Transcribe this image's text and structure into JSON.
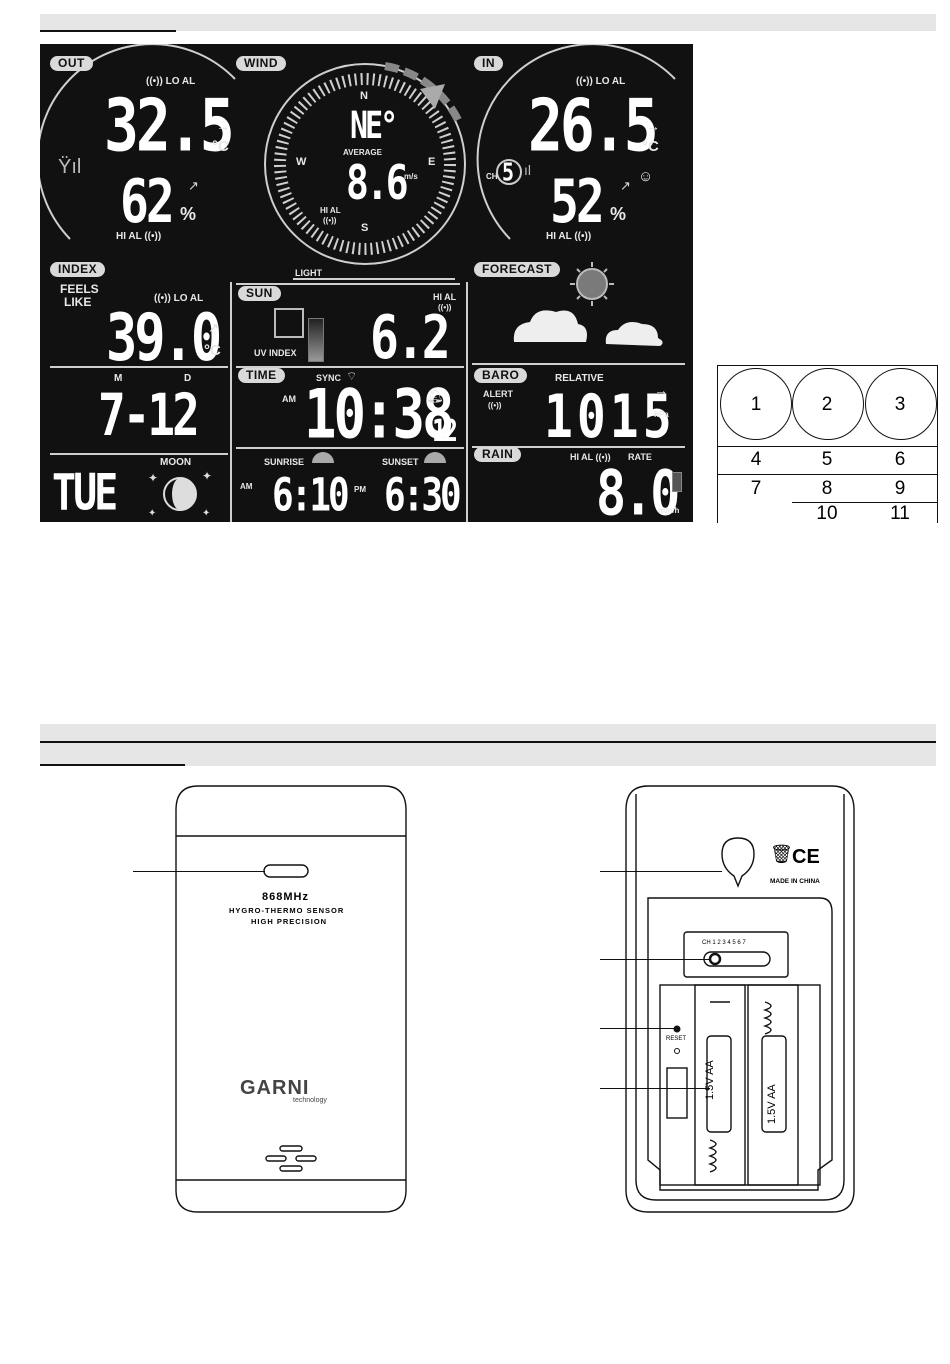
{
  "lcd": {
    "out": {
      "label": "OUT",
      "alarm_lo": "((•)) LO AL",
      "temp": "32.5",
      "temp_unit": "°C",
      "hum": "62",
      "hum_unit": "%",
      "alarm_hi": "HI AL ((•))"
    },
    "wind": {
      "label": "WIND",
      "dir": "NE°",
      "avg_label": "AVERAGE",
      "speed": "8.6",
      "unit": "m/s",
      "alarm_hi": "HI AL",
      "alarm_sym": "((•))",
      "compass": {
        "n": "N",
        "s": "S",
        "e": "E",
        "w": "W"
      }
    },
    "in": {
      "label": "IN",
      "alarm_lo": "((•)) LO AL",
      "temp": "26.5",
      "temp_unit": "°C",
      "hum": "52",
      "hum_unit": "%",
      "alarm_hi": "HI AL ((•))",
      "channel_label": "CH",
      "channel": "5",
      "comfort": "☺"
    },
    "index": {
      "label": "INDEX",
      "feels": "FEELS",
      "like": "LIKE",
      "alarm_lo": "((•)) LO AL",
      "value": "39.0",
      "unit": "°C"
    },
    "sun": {
      "label": "SUN",
      "light_label": "LIGHT",
      "uv_label": "UV INDEX",
      "uv": "6.2",
      "alarm_hi": "HI AL",
      "alarm_sym": "((•))"
    },
    "forecast": {
      "label": "FORECAST"
    },
    "date": {
      "m_label": "M",
      "d_label": "D",
      "value": "7-12",
      "weekday": "TUE",
      "moon_label": "MOON"
    },
    "time": {
      "label": "TIME",
      "sync_label": "SYNC",
      "am": "AM",
      "value": "10:38",
      "seconds": "12",
      "sunrise_label": "SUNRISE",
      "sunset_label": "SUNSET",
      "sunrise_am": "AM",
      "sunrise": "6:10",
      "sunset_pm": "PM",
      "sunset": "6:30"
    },
    "baro": {
      "label": "BARO",
      "relative": "RELATIVE",
      "alert": "ALERT",
      "alert_sym": "((•))",
      "value": "1015",
      "unit": "hPa"
    },
    "rain": {
      "label": "RAIN",
      "alarm_hi": "HI AL ((•))",
      "rate_label": "RATE",
      "value": "8.0",
      "unit": "mm/h"
    }
  },
  "key_table": {
    "row1": [
      "1",
      "2",
      "3"
    ],
    "row2": [
      "4",
      "5",
      "6"
    ],
    "row3": [
      "7",
      "8",
      "9"
    ],
    "row4": [
      "10",
      "11"
    ]
  },
  "sensor_front": {
    "freq": "868MHz",
    "line2": "HYGRO-THERMO SENSOR",
    "line3": "HIGH PRECISION",
    "brand": "GARNI",
    "brand_sub": "technology"
  },
  "sensor_back": {
    "made_in": "MADE IN CHINA",
    "ce": "CE",
    "ch_label": "CH 1 2 3 4 5 6 7",
    "reset": "RESET",
    "battery1": "1.5V AA",
    "battery2": "1.5V AA"
  }
}
